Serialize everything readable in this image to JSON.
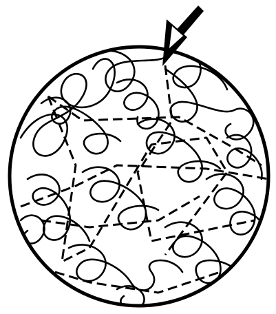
{
  "diagram": {
    "ink_color": "#000000",
    "background_color": "#ffffff",
    "components": [
      {
        "name": "circle-outline",
        "style": "solid"
      },
      {
        "name": "tangled-loop-strands",
        "style": "solid"
      },
      {
        "name": "straight-segment-paths",
        "style": "dashed"
      },
      {
        "name": "pointer-arrow",
        "style": "filled"
      }
    ]
  }
}
